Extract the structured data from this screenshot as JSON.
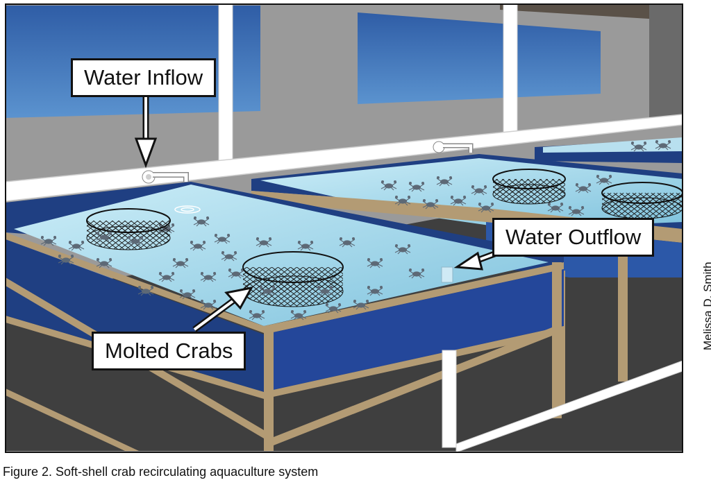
{
  "labels": {
    "water_inflow": "Water Inflow",
    "water_outflow": "Water Outflow",
    "molted_crabs": "Molted Crabs"
  },
  "caption": "Figure 2. Soft-shell crab recirculating aquaculture system",
  "credit": "Melissa D. Smith",
  "colors": {
    "wall": "#9a9a9a",
    "floor": "#3f3f3f",
    "window": "#3f6db0",
    "tank_side": "#1f3f82",
    "water": "#a9d8ea",
    "frame": "#b39b74",
    "pipe": "#ffffff"
  }
}
